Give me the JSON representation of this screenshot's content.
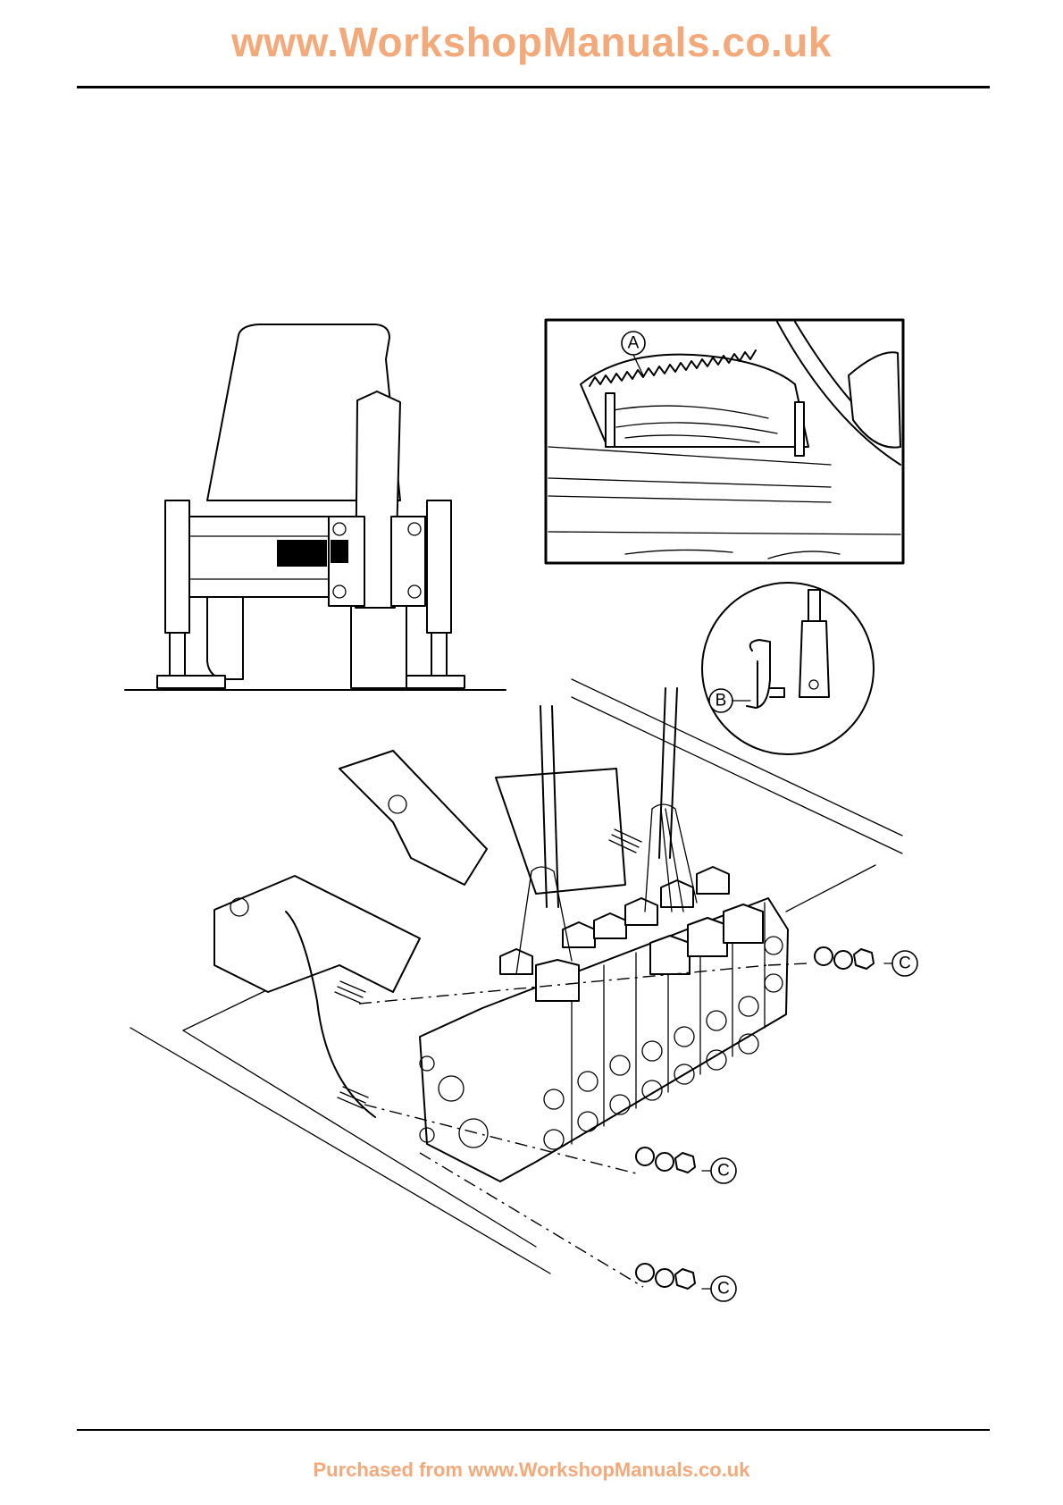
{
  "header": {
    "title": "www.WorkshopManuals.co.uk"
  },
  "footer": {
    "text": "Purchased from www.WorkshopManuals.co.uk"
  },
  "figure": {
    "callouts": {
      "a": "A",
      "b": "B",
      "c": "C"
    }
  },
  "colors": {
    "watermark": "#f4a97a",
    "line": "#000000",
    "background": "#ffffff"
  }
}
